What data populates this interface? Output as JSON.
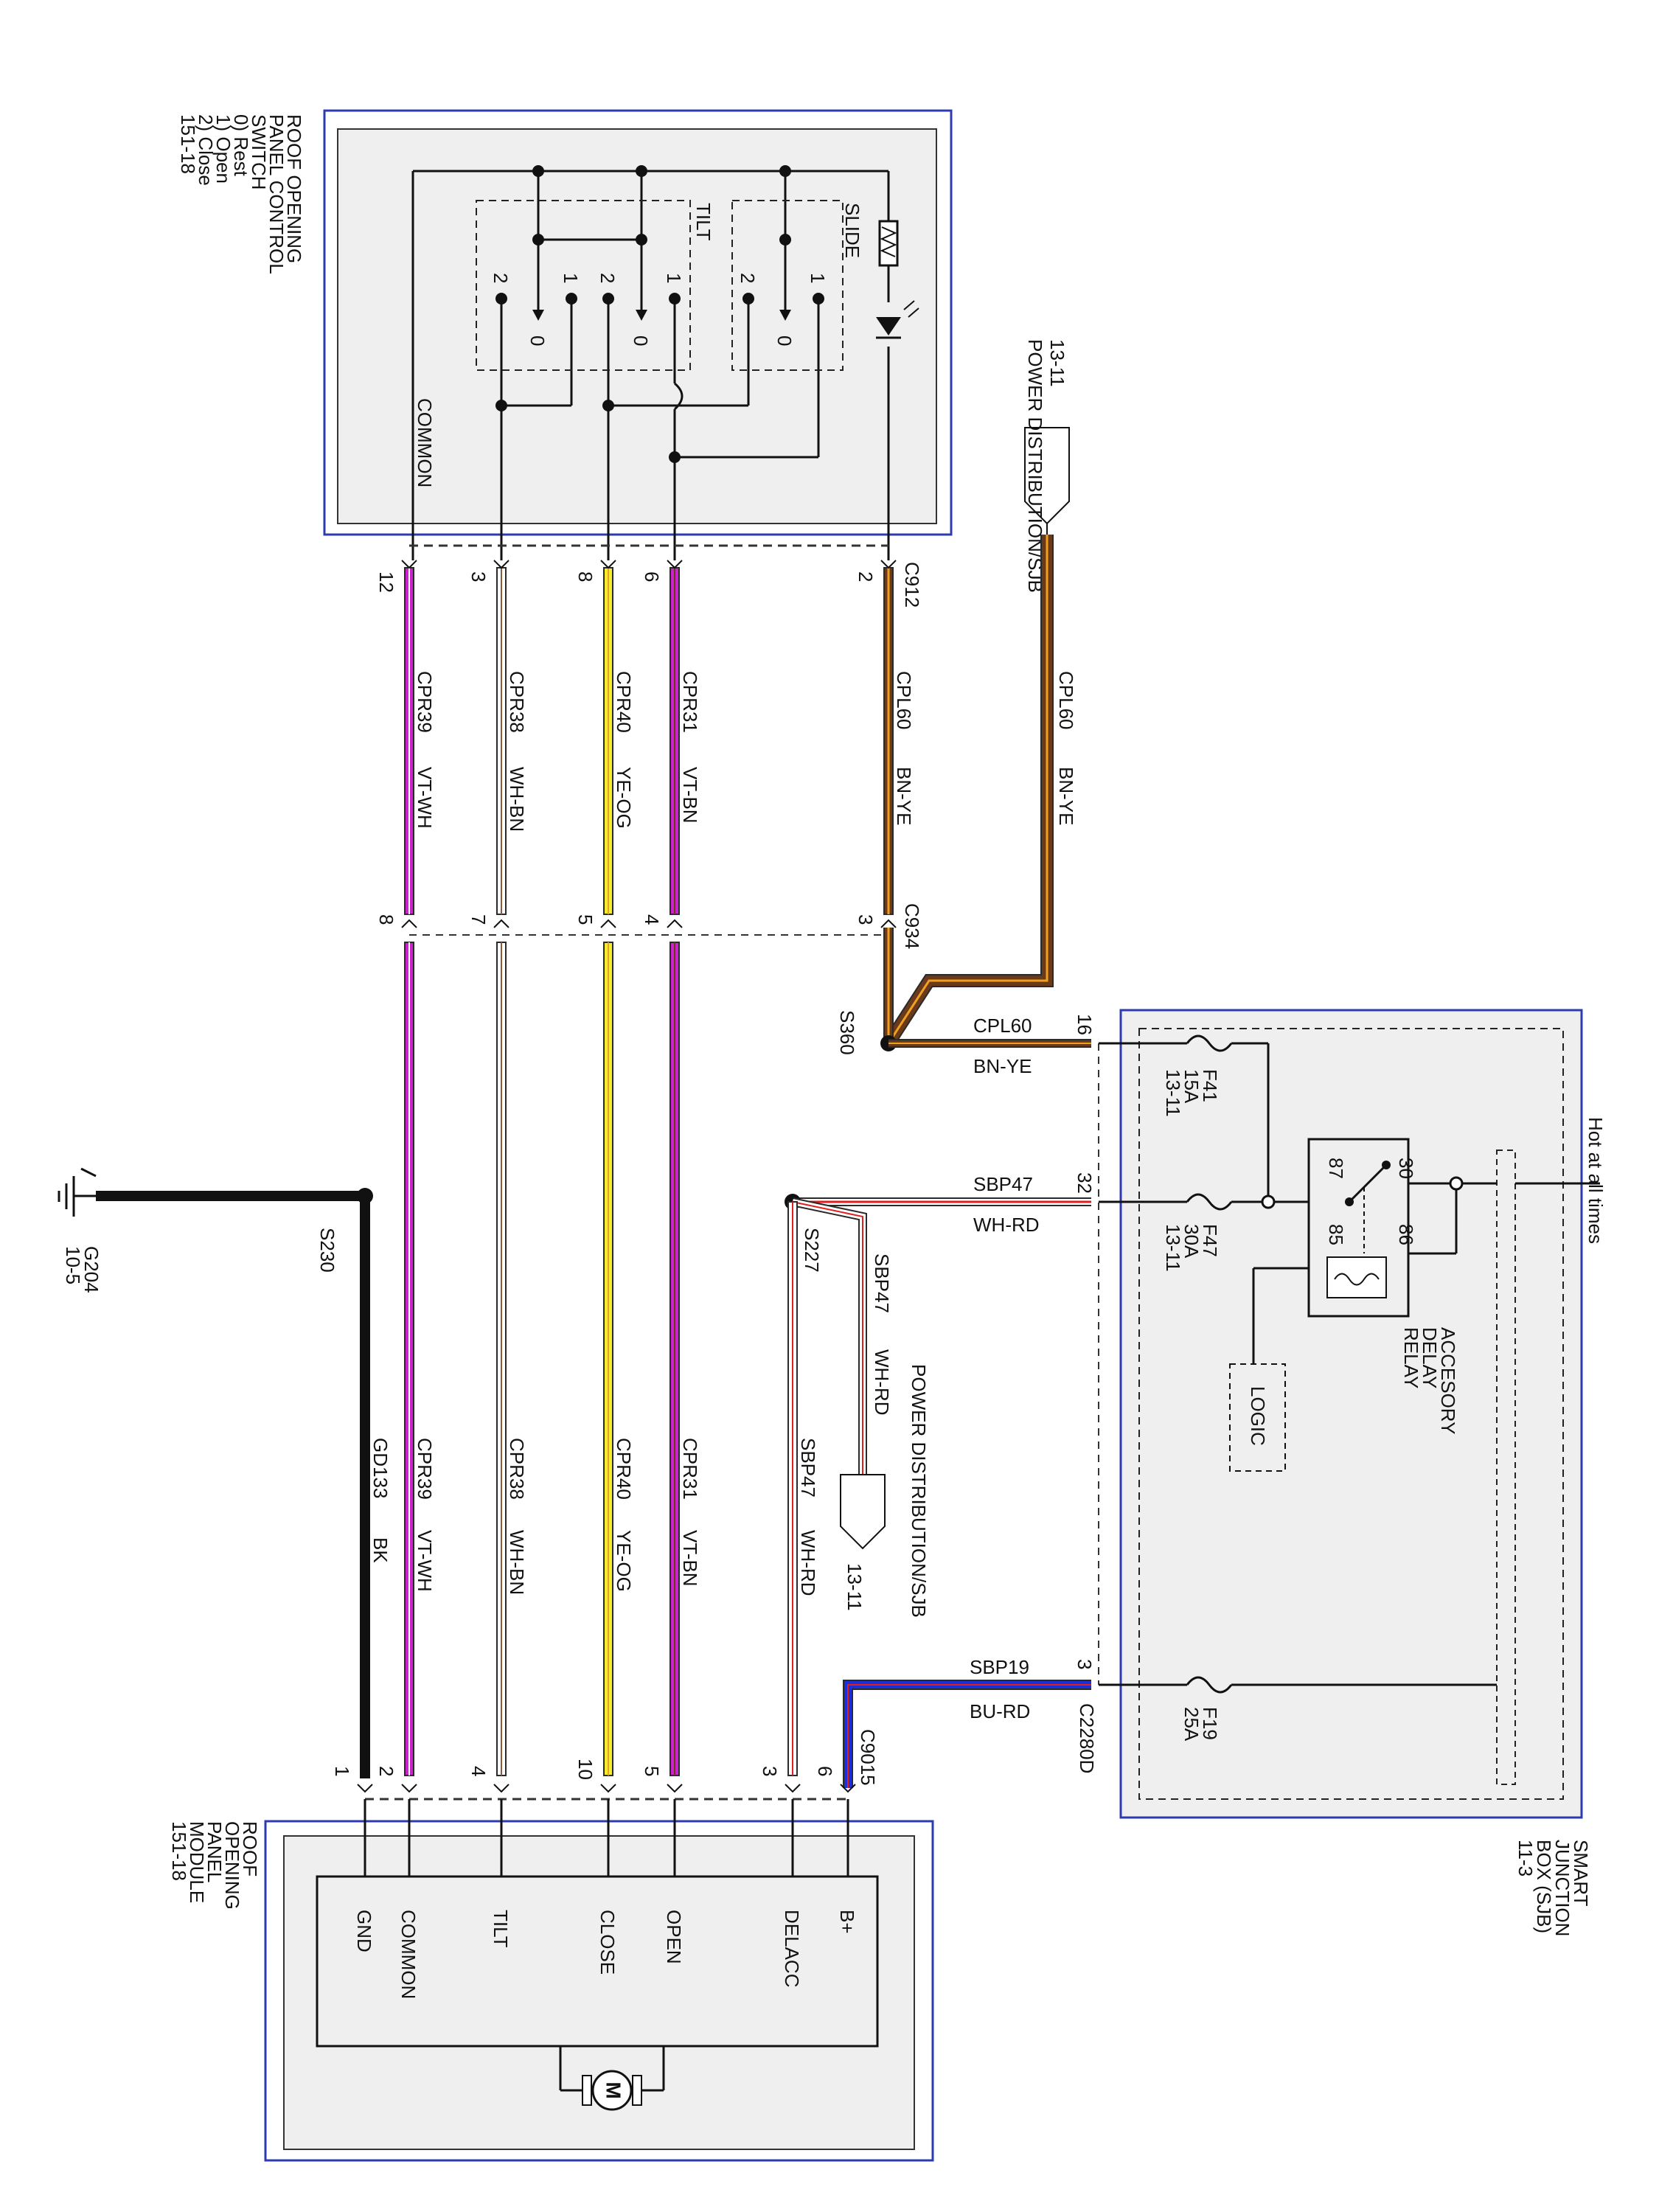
{
  "components": {
    "switch": {
      "title_lines": [
        "ROOF OPENING",
        "PANEL CONTROL",
        "SWITCH",
        "0) Rest",
        "1) Open",
        "2) Close",
        "151-18"
      ],
      "common_label": "COMMON",
      "tilt_label": "TILT",
      "slide_label": "SLIDE",
      "pin_labels": [
        "2",
        "1",
        "0"
      ]
    },
    "module": {
      "title_lines": [
        "ROOF",
        "OPENING",
        "PANEL",
        "MODULE",
        "151-18"
      ],
      "pins": [
        "GND",
        "COMMON",
        "TILT",
        "CLOSE",
        "OPEN",
        "DELACC",
        "B+"
      ],
      "motor_symbol": "M"
    },
    "sjb": {
      "title_lines": [
        "SMART",
        "JUNCTION",
        "BOX (SJB)",
        "11-3"
      ],
      "hot_label": "Hot at all times",
      "relay_lines": [
        "ACCESORY",
        "DELAY",
        "RELAY"
      ],
      "logic_label": "LOGIC",
      "relay_pins": [
        "30",
        "87",
        "86",
        "85"
      ],
      "fuses": [
        {
          "name": "F41",
          "rating": "15A",
          "ref": "13-11"
        },
        {
          "name": "F47",
          "rating": "30A",
          "ref": "13-11"
        },
        {
          "name": "F19",
          "rating": "25A",
          "ref": ""
        }
      ]
    },
    "power_top": {
      "ref": "13-11",
      "label": "POWER DISTRIBUTION/SJB"
    },
    "power_mid": {
      "ref": "13-11",
      "label": "POWER DISTRIBUTION/SJB"
    },
    "ground": {
      "name": "G204",
      "ref": "10-5"
    }
  },
  "connectors": {
    "c912": "C912",
    "c934": "C934",
    "c9015": "C9015",
    "c2280d": "C2280D",
    "s360": "S360",
    "s227": "S227",
    "s230": "S230"
  },
  "wires": {
    "cpl60_top": {
      "circuit": "CPL60",
      "color": "BN-YE"
    },
    "cpl60_sw": {
      "circuit": "CPL60",
      "color": "BN-YE",
      "pin_top": "2",
      "pin_mid": "3"
    },
    "cpr31_top": {
      "circuit": "CPR31",
      "color": "VT-BN",
      "pin_top": "6",
      "pin_mid": "4"
    },
    "cpr40_top": {
      "circuit": "CPR40",
      "color": "YE-OG",
      "pin_top": "8",
      "pin_mid": "5"
    },
    "cpr38_top": {
      "circuit": "CPR38",
      "color": "WH-BN",
      "pin_top": "3",
      "pin_mid": "7"
    },
    "cpr39_top": {
      "circuit": "CPR39",
      "color": "VT-WH",
      "pin_top": "12",
      "pin_mid": "8"
    },
    "cpl60_h": {
      "circuit": "CPL60",
      "color": "BN-YE",
      "pin": "16"
    },
    "sbp47_h": {
      "circuit": "SBP47",
      "color": "WH-RD",
      "pin": "32"
    },
    "sbp19_h": {
      "circuit": "SBP19",
      "color": "BU-RD",
      "pin": "3"
    },
    "sbp47_branch": {
      "circuit": "SBP47",
      "color": "WH-RD"
    },
    "sbp47_low": {
      "circuit": "SBP47",
      "color": "WH-RD",
      "pin": "3"
    },
    "cpr31_low": {
      "circuit": "CPR31",
      "color": "VT-BN",
      "pin": "5"
    },
    "cpr40_low": {
      "circuit": "CPR40",
      "color": "YE-OG",
      "pin": "10"
    },
    "cpr38_low": {
      "circuit": "CPR38",
      "color": "WH-BN",
      "pin": "4"
    },
    "cpr39_low": {
      "circuit": "CPR39",
      "color": "VT-WH",
      "pin": "2"
    },
    "gd133": {
      "circuit": "GD133",
      "color": "BK",
      "pin": "1"
    },
    "sbp19_low": {
      "pin": "6"
    }
  },
  "colors": {
    "violet": "#cc22cc",
    "yellow": "#f2ee30",
    "brown": "#6b3a1a",
    "orange_yellow": "#f0a020",
    "white": "#ffffff",
    "red": "#e02020",
    "blue": "#1a2fd6",
    "black": "#111111",
    "box_border": "#2c3bb0",
    "box_fill": "#efefef"
  }
}
